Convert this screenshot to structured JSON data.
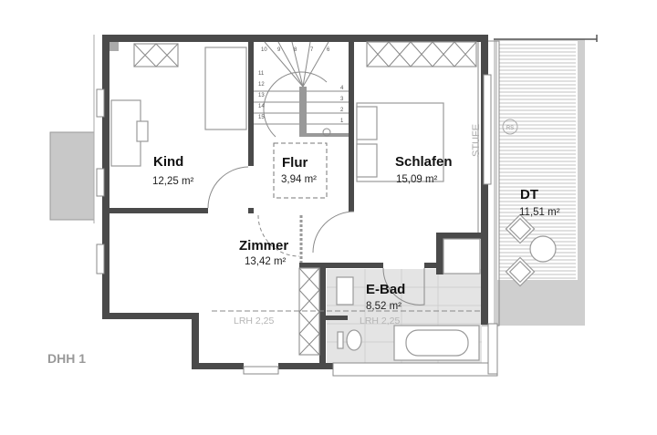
{
  "plan": {
    "label": "DHH 1",
    "colors": {
      "wall": "#4a4a4a",
      "tile": "#e4e4e4",
      "balcony": "#c8c8c8",
      "terrace_border": "#cfcfcf"
    },
    "rooms": {
      "kind": {
        "name": "Kind",
        "area": "12,25 m²"
      },
      "flur": {
        "name": "Flur",
        "area": "3,94 m²"
      },
      "schlafen": {
        "name": "Schlafen",
        "area": "15,09 m²"
      },
      "zimmer": {
        "name": "Zimmer",
        "area": "13,42 m²"
      },
      "ebad": {
        "name": "E-Bad",
        "area": "8,52 m²"
      },
      "dt": {
        "name": "DT",
        "area": "11,51 m²"
      }
    },
    "annotations": {
      "stufe": "STUFE",
      "rs": "RS",
      "lrh_left": "LRH 2,25",
      "lrh_right": "LRH 2,25"
    },
    "stair_steps": {
      "right": [
        "4",
        "3",
        "2",
        "1"
      ],
      "left": [
        "11",
        "12",
        "13",
        "14",
        "15"
      ],
      "top": [
        "10",
        "9",
        "8",
        "7",
        "6"
      ]
    }
  }
}
